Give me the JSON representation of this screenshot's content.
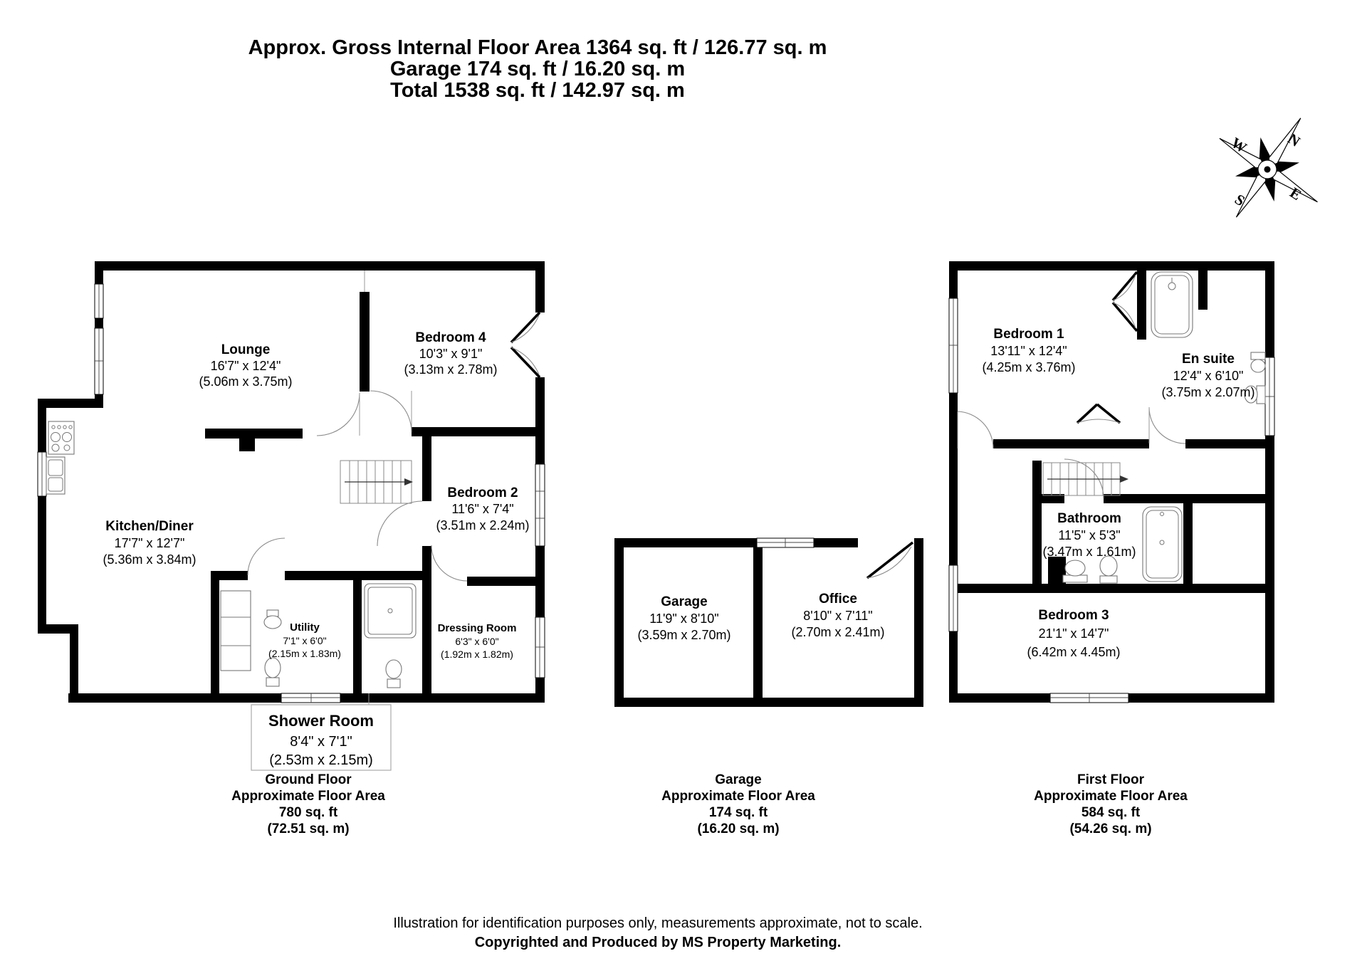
{
  "title": {
    "line1": "Approx. Gross Internal Floor Area 1364 sq. ft / 126.77 sq. m",
    "line2": "Garage 174 sq. ft / 16.20 sq. m",
    "line3": "Total 1538 sq. ft / 142.97 sq. m"
  },
  "compass": {
    "north": "N",
    "east": "E",
    "south": "S",
    "west": "W"
  },
  "ground_floor": {
    "rooms": {
      "lounge": {
        "name": "Lounge",
        "imperial": "16'7\" x 12'4\"",
        "metric": "(5.06m x 3.75m)"
      },
      "bedroom4": {
        "name": "Bedroom 4",
        "imperial": "10'3\" x 9'1\"",
        "metric": "(3.13m x 2.78m)"
      },
      "kitchen_diner": {
        "name": "Kitchen/Diner",
        "imperial": "17'7\" x 12'7\"",
        "metric": "(5.36m x 3.84m)"
      },
      "bedroom2": {
        "name": "Bedroom 2",
        "imperial": "11'6\" x 7'4\"",
        "metric": "(3.51m x 2.24m)"
      },
      "utility": {
        "name": "Utility",
        "imperial": "7'1\" x 6'0\"",
        "metric": "(2.15m x 1.83m)"
      },
      "dressing_room": {
        "name": "Dressing Room",
        "imperial": "6'3\" x 6'0\"",
        "metric": "(1.92m x 1.82m)"
      },
      "shower_room": {
        "name": "Shower Room",
        "imperial": "8'4\" x 7'1\"",
        "metric": "(2.53m x 2.15m)"
      }
    },
    "caption": {
      "floor": "Ground Floor",
      "label": "Approximate Floor Area",
      "sqft": "780 sq. ft",
      "sqm": "(72.51 sq. m)"
    }
  },
  "garage_block": {
    "rooms": {
      "garage": {
        "name": "Garage",
        "imperial": "11'9\" x 8'10\"",
        "metric": "(3.59m x 2.70m)"
      },
      "office": {
        "name": "Office",
        "imperial": "8'10\" x 7'11\"",
        "metric": "(2.70m x 2.41m)"
      }
    },
    "caption": {
      "floor": "Garage",
      "label": "Approximate Floor Area",
      "sqft": "174 sq. ft",
      "sqm": "(16.20 sq. m)"
    }
  },
  "first_floor": {
    "rooms": {
      "bedroom1": {
        "name": "Bedroom 1",
        "imperial": "13'11\" x 12'4\"",
        "metric": "(4.25m x 3.76m)"
      },
      "ensuite": {
        "name": "En suite",
        "imperial": "12'4\" x 6'10\"",
        "metric": "(3.75m x 2.07m)"
      },
      "bathroom": {
        "name": "Bathroom",
        "imperial": "11'5\" x 5'3\"",
        "metric": "(3.47m x 1.61m)"
      },
      "bedroom3": {
        "name": "Bedroom 3",
        "imperial": "21'1\" x 14'7\"",
        "metric": "(6.42m x 4.45m)"
      }
    },
    "caption": {
      "floor": "First Floor",
      "label": "Approximate Floor Area",
      "sqft": "584 sq. ft",
      "sqm": "(54.26 sq. m)"
    }
  },
  "footer": {
    "line1": "Illustration for identification purposes only, measurements approximate, not to scale.",
    "line2": "Copyrighted  and Produced by MS Property Marketing."
  }
}
